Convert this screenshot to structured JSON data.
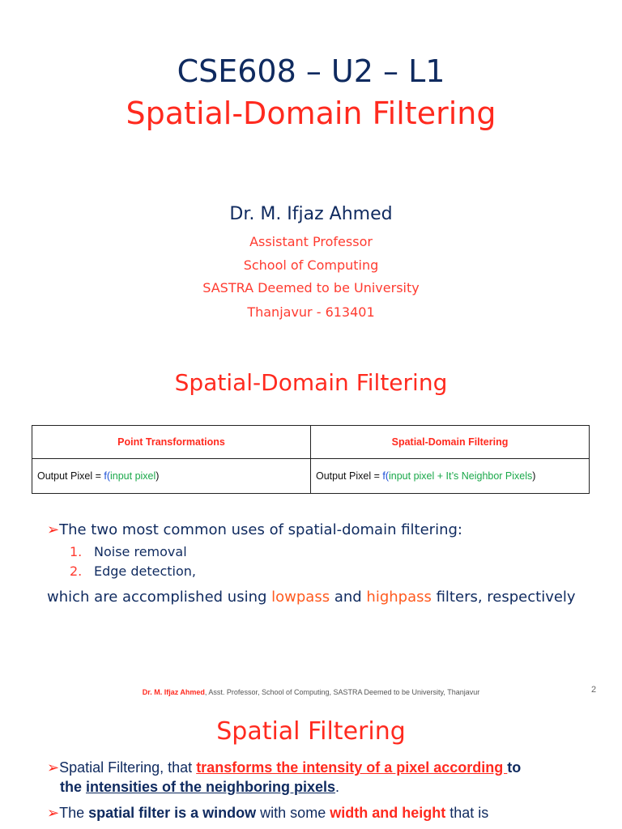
{
  "title": {
    "line1": "CSE608 – U2 – L1",
    "line2": "Spatial-Domain Filtering"
  },
  "author": {
    "name": "Dr. M. Ifjaz Ahmed",
    "affiliation": [
      "Assistant Professor",
      "School of Computing",
      "SASTRA Deemed to be University",
      "Thanjavur - 613401"
    ]
  },
  "section2": {
    "heading": "Spatial-Domain Filtering",
    "table": {
      "headers": [
        "Point Transformations",
        "Spatial-Domain Filtering"
      ],
      "row": {
        "left_prefix": "Output Pixel = ",
        "left_f": "f(",
        "left_arg": "input pixel",
        "left_close": ")",
        "right_prefix": "Output Pixel = ",
        "right_f": "f(",
        "right_arg": "input pixel + It’s Neighbor Pixels",
        "right_close": ")"
      }
    },
    "uses_intro": "The two most common uses of spatial-domain filtering:",
    "uses": [
      {
        "num": "1.",
        "text": "Noise removal"
      },
      {
        "num": "2.",
        "text": "Edge detection,"
      }
    ],
    "filters_line": {
      "p1": "which are accomplished using ",
      "lowpass": "lowpass",
      "p2": " and ",
      "highpass": "highpass",
      "p3": " filters, respectively"
    }
  },
  "footer": {
    "name": "Dr. M. Ifjaz Ahmed",
    "rest": ", Asst. Professor, School of Computing, SASTRA Deemed to be University, Thanjavur",
    "page": "2"
  },
  "section3": {
    "heading": "Spatial Filtering",
    "para1": {
      "bullet": "➢",
      "t1": "Spatial Filtering, that ",
      "t2": "transforms the intensity of a pixel according ",
      "t3": "to",
      "t4": "the ",
      "t5": "intensities of the neighboring pixels",
      "t6": "."
    },
    "para2": {
      "bullet": "➢",
      "t1": "The ",
      "t2": "spatial filter is a window",
      "t3": " with some ",
      "t4": "width and height",
      "t5": " that is"
    }
  },
  "colors": {
    "navy": "#0f2a5f",
    "red": "#ff2a1f",
    "green": "#1aa84a",
    "orange": "#ff5a1f"
  }
}
